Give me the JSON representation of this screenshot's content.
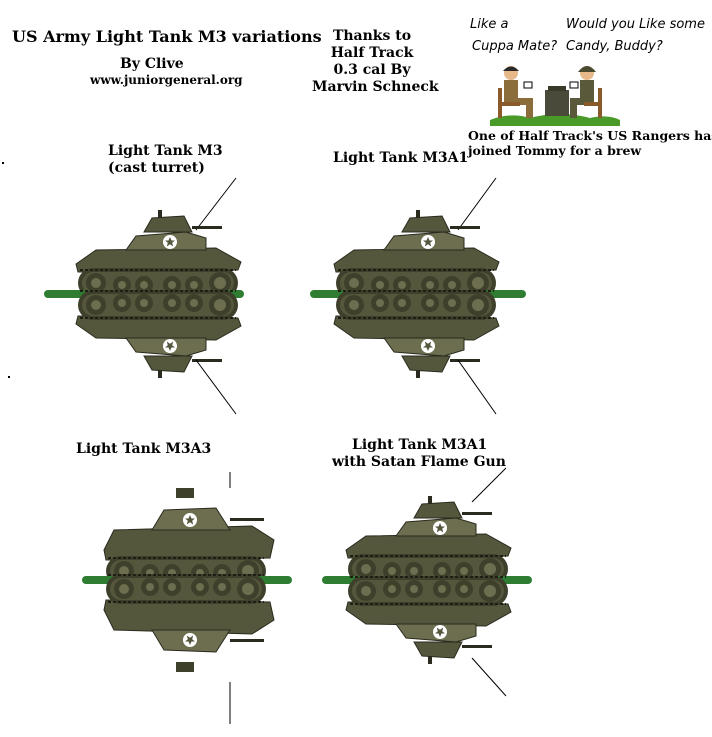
{
  "title": "US Army Light Tank M3 variations",
  "byline": "By Clive",
  "website": "www.juniorgeneral.org",
  "credit": [
    "Thanks to",
    "Half Track",
    "0.3 cal By",
    "Marvin Schneck"
  ],
  "cartoon": {
    "speech_left": [
      "Like a",
      "Cuppa Mate?"
    ],
    "speech_right": [
      "Would you Like some",
      "Candy, Buddy?"
    ],
    "caption": [
      "One of Half Track's US Rangers has",
      "joined Tommy for a brew"
    ]
  },
  "tanks": [
    {
      "label": [
        "Light Tank M3",
        "(cast turret)"
      ]
    },
    {
      "label": [
        "Light Tank M3A1"
      ]
    },
    {
      "label": [
        "Light Tank M3A3"
      ]
    },
    {
      "label": [
        "Light Tank M3A1",
        "with Satan Flame Gun"
      ]
    }
  ],
  "colors": {
    "olive": "#55573d",
    "olive_dark": "#3f402c",
    "olive_light": "#6c6e4f",
    "base_green": "#2e7d32",
    "star": "#ffffff"
  },
  "icons": [
    "tank-m3-icon",
    "tank-m3a1-icon",
    "tank-m3a3-icon",
    "tank-flame-icon",
    "white-star-icon",
    "soldier-icon"
  ]
}
